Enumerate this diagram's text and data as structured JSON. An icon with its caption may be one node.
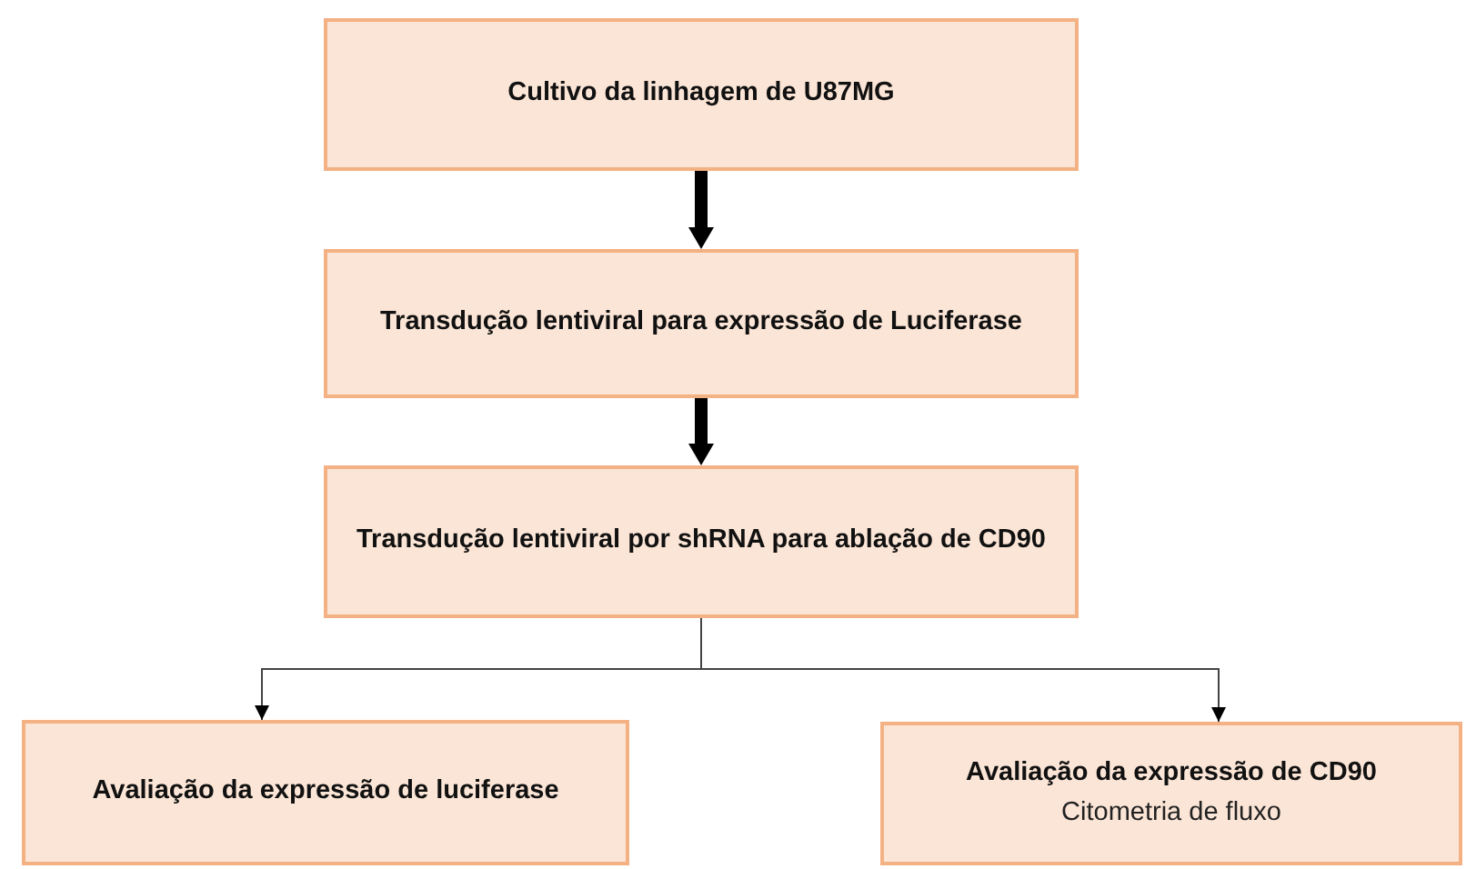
{
  "diagram": {
    "nodes": [
      {
        "text": [
          "Cultivo da linhagem de U87MG"
        ]
      },
      {
        "text": [
          "Transdução lentiviral para expressão de Luciferase"
        ]
      },
      {
        "text": [
          "Transdução lentiviral por shRNA para ablação de CD90"
        ]
      },
      {
        "text": [
          "Avaliação da expressão de luciferase"
        ]
      },
      {
        "text": [
          "Avaliação da expressão de CD90",
          "Citometria de fluxo"
        ]
      }
    ],
    "edges": [
      {
        "from": 0,
        "to": 1,
        "arrow": "to",
        "style": "thick"
      },
      {
        "from": 1,
        "to": 2,
        "arrow": "to",
        "style": "thick"
      },
      {
        "from": 2,
        "to": 3,
        "arrow": "to"
      },
      {
        "from": 2,
        "to": 4,
        "arrow": "to"
      }
    ]
  }
}
